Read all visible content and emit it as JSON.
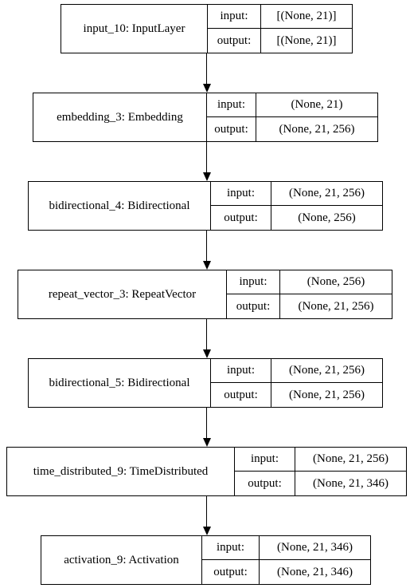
{
  "diagram": {
    "nodes": [
      {
        "name": "input_10: InputLayer",
        "input_label": "input:",
        "output_label": "output:",
        "input": "[(None, 21)]",
        "output": "[(None, 21)]"
      },
      {
        "name": "embedding_3: Embedding",
        "input_label": "input:",
        "output_label": "output:",
        "input": "(None, 21)",
        "output": "(None, 21, 256)"
      },
      {
        "name": "bidirectional_4: Bidirectional",
        "input_label": "input:",
        "output_label": "output:",
        "input": "(None, 21, 256)",
        "output": "(None, 256)"
      },
      {
        "name": "repeat_vector_3: RepeatVector",
        "input_label": "input:",
        "output_label": "output:",
        "input": "(None, 256)",
        "output": "(None, 21, 256)"
      },
      {
        "name": "bidirectional_5: Bidirectional",
        "input_label": "input:",
        "output_label": "output:",
        "input": "(None, 21, 256)",
        "output": "(None, 21, 256)"
      },
      {
        "name": "time_distributed_9: TimeDistributed",
        "input_label": "input:",
        "output_label": "output:",
        "input": "(None, 21, 256)",
        "output": "(None, 21, 346)"
      },
      {
        "name": "activation_9: Activation",
        "input_label": "input:",
        "output_label": "output:",
        "input": "(None, 21, 346)",
        "output": "(None, 21, 346)"
      }
    ]
  }
}
